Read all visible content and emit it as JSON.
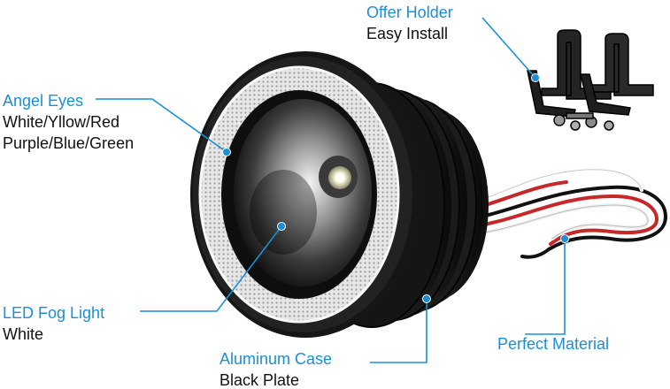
{
  "colors": {
    "label_blue": "#1a8fd6",
    "text_dark": "#111111",
    "housing": "#161616",
    "ring_glow": "#eeeeee",
    "wire_red": "#c62828",
    "wire_white": "#f2f2f2",
    "wire_black": "#111111"
  },
  "callouts": {
    "offer_holder": {
      "title": "Offer Holder",
      "detail": "Easy Install"
    },
    "angel_eyes": {
      "title": "Angel Eyes",
      "detail_1": "White/Yllow/Red",
      "detail_2": "Purple/Blue/Green"
    },
    "fog_light": {
      "title": "LED Fog Light",
      "detail": "White"
    },
    "case": {
      "title": "Aluminum Case",
      "detail": "Black Plate"
    },
    "material": {
      "title": "Perfect Material"
    }
  },
  "icons": [
    "fog-light-housing-icon",
    "angel-eye-ring-icon",
    "led-chip-icon",
    "mounting-bracket-icon",
    "wire-harness-icon",
    "callout-dot-icon"
  ]
}
